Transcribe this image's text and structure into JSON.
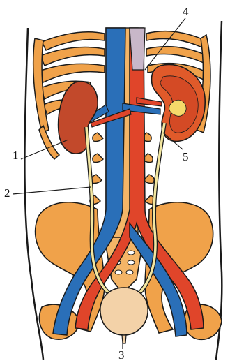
{
  "labels": {
    "l1": "1",
    "l2": "2",
    "l3": "3",
    "l4": "4",
    "l5": "5"
  },
  "colors": {
    "bone": "#f0a24a",
    "bone_light": "#f7c98a",
    "kidney": "#c2492b",
    "kidney_cortex": "#e05a2a",
    "artery": "#e0452a",
    "vein": "#2a6fb8",
    "ureter": "#f2e6a0",
    "bladder": "#f3d2a8",
    "outline": "#1a1a1a"
  },
  "icons": {
    "main": "urinary-system-illustration"
  }
}
